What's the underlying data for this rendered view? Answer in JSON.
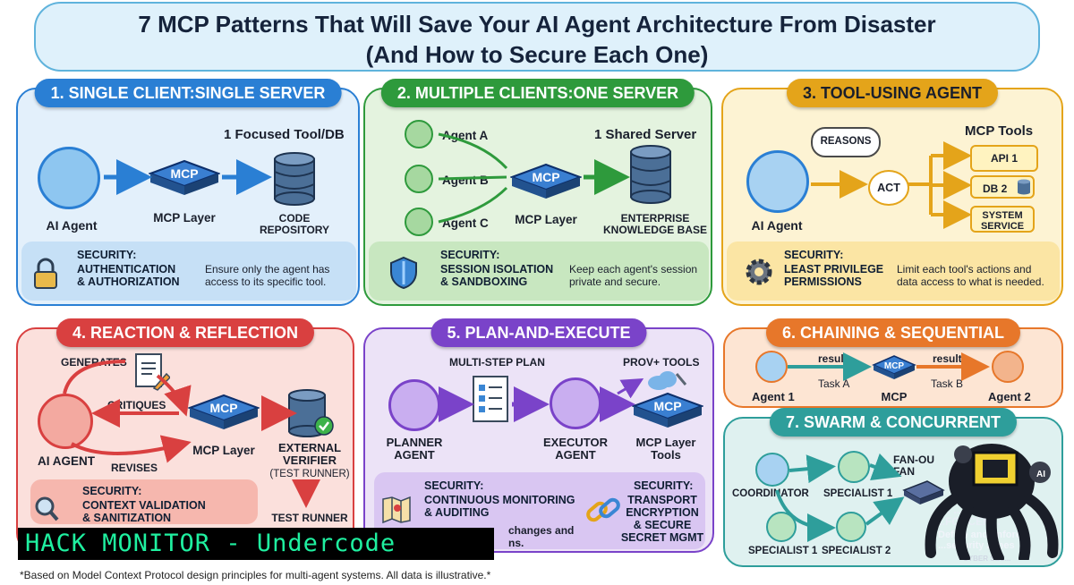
{
  "title": {
    "line1": "7 MCP Patterns That Will Save Your AI Agent Architecture From Disaster",
    "line2": "(And How to Secure Each One)"
  },
  "colors": {
    "blue": "#2a7fd4",
    "green": "#2e9a3c",
    "yellow": "#e4a41a",
    "red": "#d94040",
    "purple": "#7a43c9",
    "orange": "#e7772a",
    "teal": "#2e9e9b"
  },
  "p1": {
    "header": "1. SINGLE CLIENT:SINGLE SERVER",
    "tool": "1 Focused Tool/DB",
    "agent": "AI Agent",
    "mcp_badge": "MCP",
    "mcp_label": "MCP Layer",
    "db_label": "CODE\nREPOSITORY",
    "sec_label": "SECURITY:",
    "sec_title": "AUTHENTICATION\n& AUTHORIZATION",
    "sec_desc": "Ensure only the agent has\naccess to its specific tool.",
    "icon": "lock-icon"
  },
  "p2": {
    "header": "2. MULTIPLE CLIENTS:ONE SERVER",
    "agents": [
      "Agent A",
      "Agent B",
      "Agent C"
    ],
    "server": "1 Shared Server",
    "mcp_badge": "MCP",
    "mcp_label": "MCP Layer",
    "db_label": "ENTERPRISE\nKNOWLEDGE BASE",
    "sec_label": "SECURITY:",
    "sec_title": "SESSION ISOLATION\n& SANDBOXING",
    "sec_desc": "Keep each agent's session\nprivate and secure.",
    "icon": "shield-icon"
  },
  "p3": {
    "header": "3. TOOL-USING AGENT",
    "reasons": "REASONS",
    "act": "ACT",
    "tools_title": "MCP Tools",
    "tools": [
      "API 1",
      "DB 2",
      "SYSTEM\nSERVICE"
    ],
    "agent": "AI Agent",
    "sec_label": "SECURITY:",
    "sec_title": "LEAST PRIVILEGE\nPERMISSIONS",
    "sec_desc": "Limit each tool's actions and\ndata access to what is needed.",
    "icon": "gear-icon"
  },
  "p4": {
    "header": "4. REACTION & REFLECTION",
    "generates": "GENERATES",
    "critiques": "CRITIQUES",
    "revises": "REVISES",
    "agent": "AI AGENT",
    "mcp_badge": "MCP",
    "mcp_label": "MCP Layer",
    "verifier": "EXTERNAL\nVERIFIER",
    "verifier_sub": "(TEST RUNNER)",
    "runner": "TEST RUNNER",
    "sec_label": "SECURITY:",
    "sec_title": "CONTEXT VALIDATION\n& SANITIZATION",
    "icon": "magnifier-icon"
  },
  "p5": {
    "header": "5. PLAN-AND-EXECUTE",
    "plan": "MULTI-STEP PLAN",
    "tools_top": "PROV+ TOOLS",
    "planner": "PLANNER\nAGENT",
    "executor": "EXECUTOR\nAGENT",
    "mcp_badge": "MCP",
    "mcp_label": "MCP Layer\nTools",
    "sec1_label": "SECURITY:",
    "sec1_title": "CONTINUOUS MONITORING\n& AUDITING",
    "sec1_desc": "changes and\nns.",
    "sec2_label": "SECURITY:",
    "sec2_title": "TRANSPORT\nENCRYPTION\n& SECURE\nSECRET MGMT",
    "icon1": "map-icon",
    "icon2": "chain-link-icon"
  },
  "p6": {
    "header": "6. CHAINING & SEQUENTIAL",
    "result1": "result",
    "task_a": "Task A",
    "mcp_badge": "MCP",
    "mcp_label": "MCP",
    "result2": "result",
    "task_b": "Task B",
    "agent1": "Agent 1",
    "agent2": "Agent 2"
  },
  "p7": {
    "header": "7. SWARM & CONCURRENT",
    "fan_out": "FAN-OU\nFAN",
    "coordinator": "COORDINATOR",
    "specialist_top": "SPECIALIST 1",
    "specialist_b1": "SPECIALIST 1",
    "specialist_b2": "SPECIALIST 2",
    "overlay_mid": "T... ...UAR\n...FORCEM...",
    "overlay_low": "Define and enforce\n...security zones",
    "brand": "CYBER SEC...",
    "icon": "octopus-hacker-icon"
  },
  "watermark": "HACK MONITOR - Undercode",
  "footnote": "*Based on Model Context Protocol design principles for multi-agent systems. All data is illustrative.*"
}
